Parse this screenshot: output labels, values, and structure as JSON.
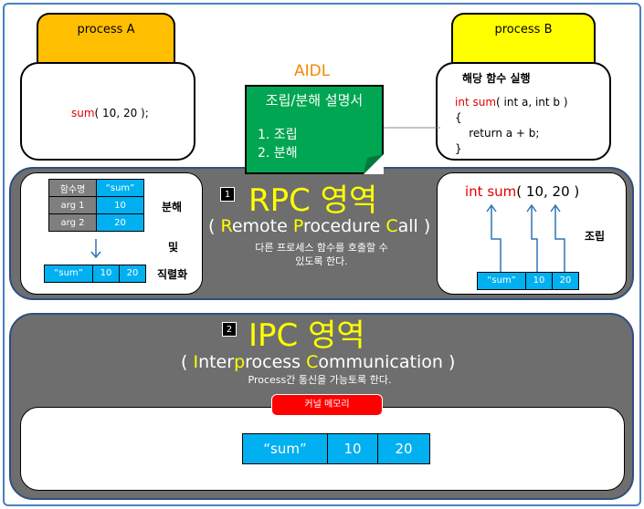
{
  "process_a": {
    "title": "process A",
    "code_name": "sum",
    "code_args": "( 10, 20 );"
  },
  "process_b": {
    "title": "process B",
    "heading": "해당 함수 실행",
    "signature_type": "int",
    "signature_name": "sum",
    "signature_rest": "( int a, int b )",
    "body": "{\n    return a + b;\n}"
  },
  "aidl": {
    "label": "AIDL",
    "note_title": "조립/분해 설명서",
    "items": [
      "1.   조립",
      "2.   분해"
    ]
  },
  "rpc": {
    "number": "1",
    "title": "RPC 영역",
    "subtitle": {
      "open": "( ",
      "R": "R",
      "emote": "emote ",
      "P": "P",
      "rocedure": "rocedure ",
      "C": "C",
      "all": "all",
      "close": " )"
    },
    "desc_line1": "다른 프로세스 함수를 호출할 수",
    "desc_line2": "있도록 한다.",
    "table": {
      "header": [
        "함수명",
        "“sum”"
      ],
      "rows": [
        [
          "arg 1",
          "10"
        ],
        [
          "arg 2",
          "20"
        ]
      ]
    },
    "label_decompose": "분해",
    "label_and": "및",
    "label_serialize": "직렬화",
    "serialized": [
      "“sum”",
      "10",
      "20"
    ],
    "call_type": "int",
    "call_name": "sum",
    "call_args": "( 10, 20 )",
    "label_assemble": "조립",
    "assembled": [
      "“sum”",
      "10",
      "20"
    ]
  },
  "ipc": {
    "number": "2",
    "title": "IPC 영역",
    "subtitle": {
      "open": "( ",
      "I": "I",
      "nter": "nter",
      "p": "p",
      "rocess": "rocess ",
      "C": "C",
      "ommunication": "ommunication",
      "close": " )"
    },
    "desc": "Process간 통신을 가능토록 한다.",
    "kernel": "커널 메모리",
    "memory": [
      "“sum”",
      "10",
      "20"
    ]
  },
  "colors": {
    "process_a_tab": "#ffbf00",
    "process_b_tab": "#ffff00",
    "note": "#00a651",
    "panel": "#6e6e6e",
    "cell_blue": "#00b0f0",
    "kernel": "#ff0000",
    "title_yellow": "#ffff00"
  }
}
